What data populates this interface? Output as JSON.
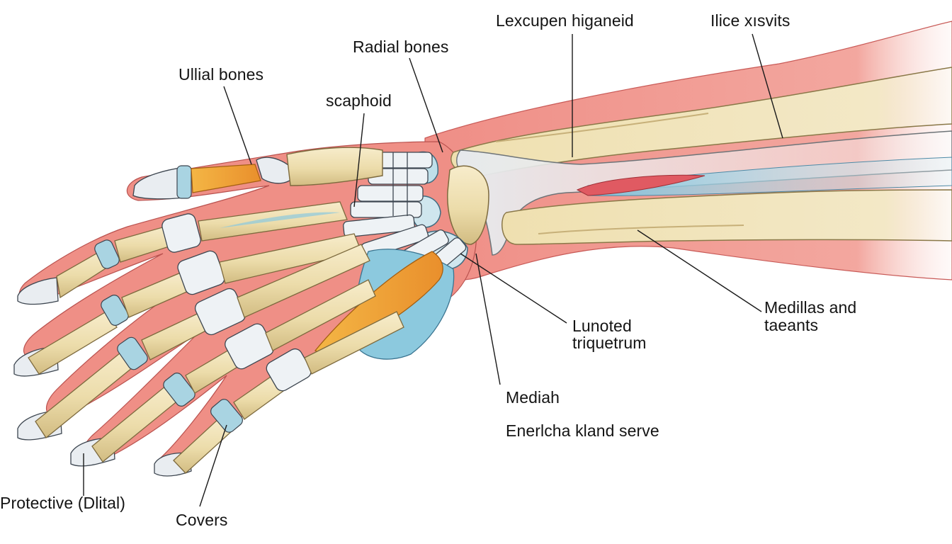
{
  "labels": {
    "top_center": "Lexcupen higaneid",
    "top_right": "Ilice xısvits",
    "radial": "Radial bones",
    "ullial": "Ullial bones",
    "scaphoid": "scaphoid",
    "lunoted_1": "Lunoted",
    "lunoted_2": "triquetrum",
    "medillas_1": "Medillas and",
    "medillas_2": "taeants",
    "mediah": "Mediah",
    "enerlcha": "Enerlcha kland serve",
    "protective": "Protective (Dlital)",
    "covers": "Covers"
  },
  "colors": {
    "skin": "#ee8f86",
    "skin_light": "#f8c9bf",
    "bone": "#efe2b6",
    "bone_shadow": "#c9b27a",
    "cartilage": "#e6ecf0",
    "cartilage_blue": "#79bfd9",
    "ligament": "#f1a23a",
    "vessel_red": "#e25a5f",
    "outline": "#333333"
  }
}
